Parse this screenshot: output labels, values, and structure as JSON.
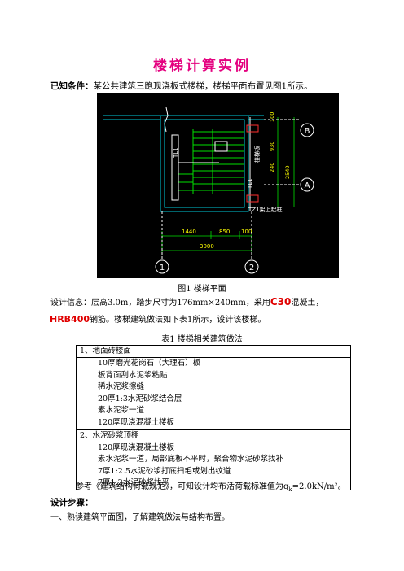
{
  "title": "楼梯计算实例",
  "known": {
    "label": "已知条件：",
    "text": "某公共建筑三跑现浇板式楼梯，楼梯平面布置见图1所示。"
  },
  "drawing": {
    "dims": [
      "1440",
      "850",
      "100",
      "3000"
    ],
    "side_dims": [
      "100",
      "930",
      "240",
      "2540"
    ],
    "axes": [
      "1",
      "2",
      "A",
      "B"
    ],
    "labels": [
      "TL1",
      "TL1",
      "TZ1架上起柱",
      "楼梯板"
    ]
  },
  "fig_caption": "图1  楼梯平面",
  "design": {
    "line1_pre": "设计信息：层高3.0m，踏步尺寸为176mm×240mm，采用",
    "concrete": "C30",
    "line1_post": "混凝土，",
    "steel": "HRB400",
    "line2_post": "钢筋。楼梯建筑做法如下表1所示，设计该楼梯。"
  },
  "table_caption": "表1  楼梯相关建筑做法",
  "table": [
    {
      "heading": "1、地面砖楼面",
      "items": [
        "10厚磨光花岗石（大理石）板",
        "板背面刮水泥浆粘贴",
        "稀水泥浆擦缝",
        "20厚1:3水泥砂浆结合层",
        "素水泥浆一道",
        "120厚现浇混凝土楼板"
      ]
    },
    {
      "heading": "2、水泥砂浆顶棚",
      "items": [
        "120厚现浇混凝土楼板",
        "素水泥浆一道，局部底板不平时，聚合物水泥砂浆找补",
        "7厚1:2.5水泥砂浆打底扫毛或划出纹道",
        "7厚1:2水泥砂浆找平"
      ]
    }
  ],
  "reference": {
    "pre": "参考《建筑结构荷载规范》，可知设计均布活荷载标准值为q",
    "sub": "k",
    "post": "=2.0kN/m²。"
  },
  "steps_label": "设计步骤：",
  "step1": "一、熟读建筑平面图，了解建筑做法与结构布置。"
}
